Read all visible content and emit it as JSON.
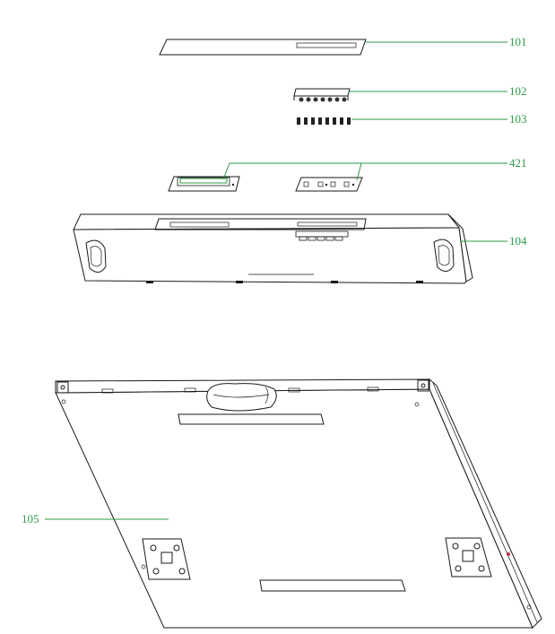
{
  "labels": {
    "part_101": "101",
    "part_102": "102",
    "part_103": "103",
    "part_421": "421",
    "part_104": "104",
    "part_105": "105"
  },
  "colors": {
    "leader": "#2e9a45",
    "line": "#1a1a1a",
    "accent_dot": "#c0304a"
  }
}
